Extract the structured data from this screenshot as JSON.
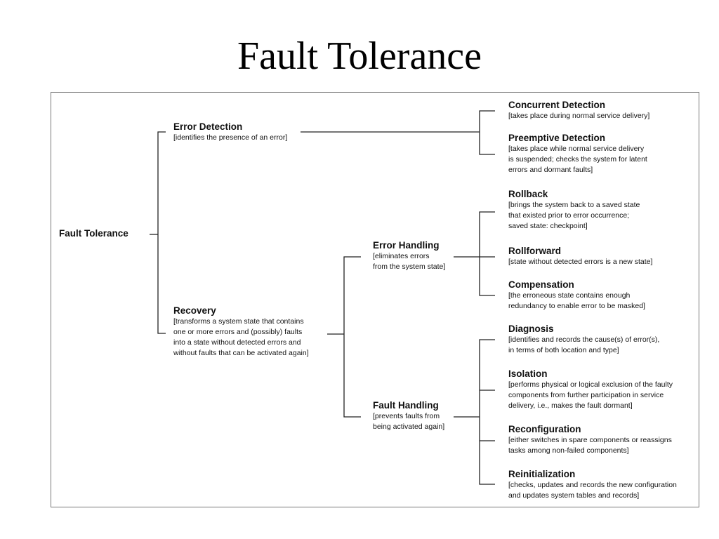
{
  "slide": {
    "title": "Fault Tolerance"
  },
  "diagram": {
    "root": "Fault Tolerance",
    "error_detection": {
      "title": "Error Detection",
      "desc": "[identifies the presence of an error]",
      "children": [
        {
          "title": "Concurrent Detection",
          "desc": "[takes place during normal service delivery]"
        },
        {
          "title": "Preemptive Detection",
          "desc": "[takes place while normal service delivery\n is suspended; checks the system for latent\nerrors and dormant faults]"
        }
      ]
    },
    "recovery": {
      "title": "Recovery",
      "desc": "[transforms a system state that contains\none or more errors and (possibly) faults\ninto a state without detected errors and\nwithout faults that can be activated again]",
      "error_handling": {
        "title": "Error Handling",
        "desc": "[eliminates errors\nfrom the system state]",
        "children": [
          {
            "title": "Rollback",
            "desc": "[brings the system back to a saved state\nthat existed prior to error occurrence;\nsaved state: checkpoint]"
          },
          {
            "title": "Rollforward",
            "desc": "[state without detected errors is a new state]"
          },
          {
            "title": "Compensation",
            "desc": "[the erroneous state contains enough\nredundancy to enable error to be masked]"
          }
        ]
      },
      "fault_handling": {
        "title": "Fault Handling",
        "desc": "[prevents faults from\nbeing activated again]",
        "children": [
          {
            "title": "Diagnosis",
            "desc": "[identifies and records the cause(s) of error(s),\nin terms of both location and type]"
          },
          {
            "title": "Isolation",
            "desc": "[performs physical or logical exclusion of the faulty\ncomponents from further participation in service\ndelivery, i.e., makes the fault dormant]"
          },
          {
            "title": "Reconfiguration",
            "desc": "[either switches in spare components or reassigns\ntasks among non-failed components]"
          },
          {
            "title": "Reinitialization",
            "desc": "[checks, updates and records the new configuration\nand updates system tables and records]"
          }
        ]
      }
    }
  }
}
